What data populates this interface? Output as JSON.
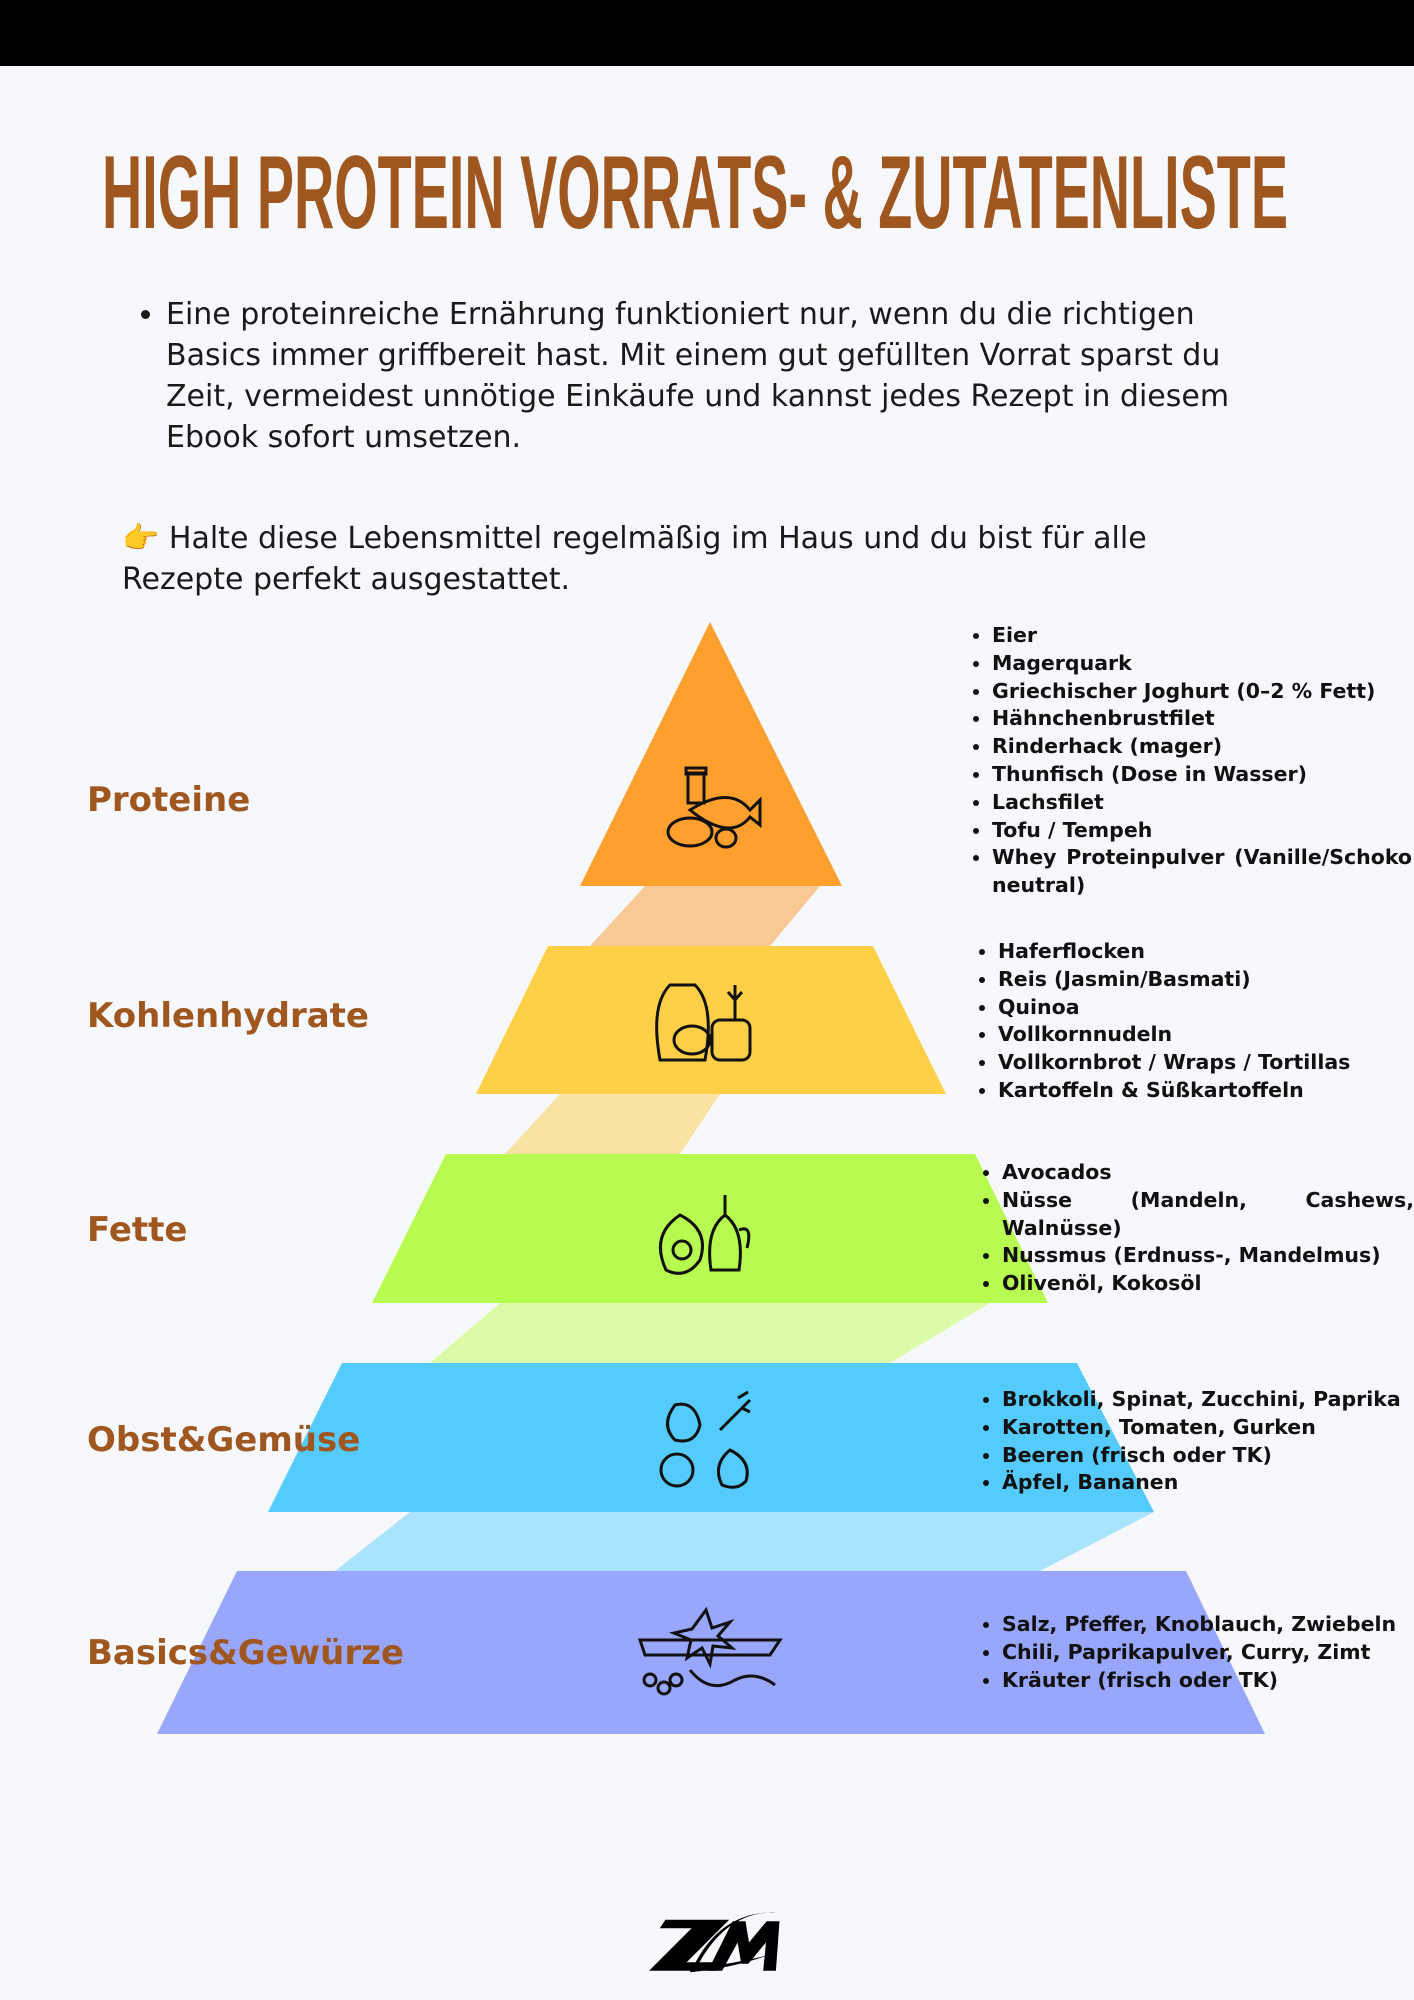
{
  "header": {
    "title": "HIGH PROTEIN VORRATS- & ZUTATENLISTE",
    "title_color": "#a0561f"
  },
  "intro": {
    "text": "Eine proteinreiche Ernährung funktioniert nur, wenn du die richtigen Basics immer griffbereit hast. Mit einem gut gefüllten Vorrat sparst du Zeit, vermeidest unnötige Einkäufe und kannst jedes Rezept in diesem Ebook sofort umsetzen."
  },
  "tip": {
    "icon": "👉",
    "text": "Halte diese Lebensmittel regelmäßig im Haus und du bist für alle Rezepte perfekt ausgestattet."
  },
  "pyramid": {
    "levels": [
      {
        "label": "Proteine",
        "color": "#ff9f2e",
        "icon": "fish-meat-egg-icon",
        "items": [
          "Eier",
          "Magerquark",
          "Griechischer Joghurt (0–2 % Fett)",
          "Hähnchenbrustfilet",
          "Rinderhack (mager)",
          "Thunfisch (Dose in Wasser)",
          "Lachsfilet",
          "Tofu / Tempeh",
          "Whey Proteinpulver (Vanille/Schoko neutral)"
        ]
      },
      {
        "label": "Kohlenhydrate",
        "color": "#ffcf48",
        "icon": "grain-bread-icon",
        "items": [
          "Haferflocken",
          "Reis (Jasmin/Basmati)",
          "Quinoa",
          "Vollkornnudeln",
          "Vollkornbrot / Wraps / Tortillas",
          "Kartoffeln & Süßkartoffeln"
        ]
      },
      {
        "label": "Fette",
        "color": "#b8fb50",
        "icon": "avocado-oil-icon",
        "items": [
          "Avocados",
          "Nüsse (Mandeln, Cashews, Walnüsse)",
          "Nussmus (Erdnuss-, Mandelmus)",
          "Olivenöl, Kokosöl"
        ]
      },
      {
        "label": "Obst&Gemüse",
        "color": "#55cbfd",
        "icon": "fruit-vegetable-icon",
        "items": [
          "Brokkoli, Spinat, Zucchini, Paprika",
          "Karotten, Tomaten, Gurken",
          "Beeren (frisch oder TK)",
          "Äpfel, Bananen"
        ]
      },
      {
        "label": "Basics&Gewürze",
        "color": "#98a6fc",
        "icon": "spices-icon",
        "items": [
          "Salz, Pfeffer, Knoblauch, Zwiebeln",
          "Chili, Paprikapulver, Curry, Zimt",
          "Kräuter (frisch oder TK)"
        ]
      }
    ]
  },
  "footer": {
    "logo": "ZM"
  }
}
